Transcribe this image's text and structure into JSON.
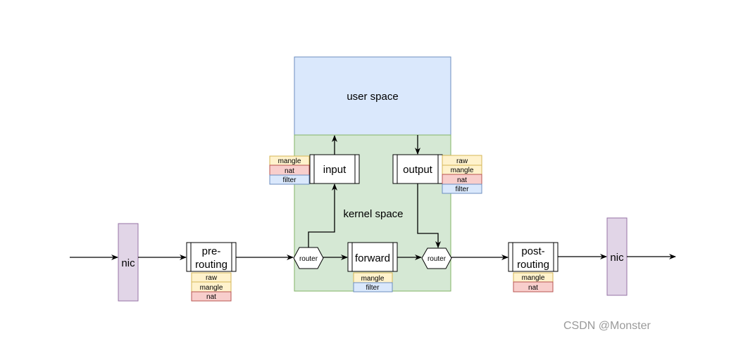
{
  "regions": {
    "user_space": "user space",
    "kernel_space": "kernel space"
  },
  "nodes": {
    "nic_in": "nic",
    "nic_out": "nic",
    "prerouting_line1": "pre-",
    "prerouting_line2": "routing",
    "postrouting_line1": "post-",
    "postrouting_line2": "routing",
    "input": "input",
    "output": "output",
    "forward": "forward",
    "router_left": "router",
    "router_right": "router"
  },
  "tables": {
    "input": [
      "mangle",
      "nat",
      "filter"
    ],
    "output": [
      "raw",
      "mangle",
      "nat",
      "filter"
    ],
    "prerouting": [
      "raw",
      "mangle",
      "nat"
    ],
    "forward": [
      "mangle",
      "filter"
    ],
    "postrouting": [
      "mangle",
      "nat"
    ]
  },
  "colors": {
    "user_space_fill": "#dae8fc",
    "user_space_stroke": "#6c8ebf",
    "kernel_space_fill": "#d5e8d4",
    "kernel_space_stroke": "#82b366",
    "nic_fill": "#e1d5e7",
    "nic_stroke": "#9673a6",
    "raw_fill": "#fff2cc",
    "raw_stroke": "#d6b656",
    "mangle_fill": "#fff2cc",
    "mangle_stroke": "#d6b656",
    "nat_fill": "#f8cecc",
    "nat_stroke": "#b85450",
    "filter_fill": "#dae8fc",
    "filter_stroke": "#6c8ebf"
  },
  "watermark": "CSDN @Monster"
}
